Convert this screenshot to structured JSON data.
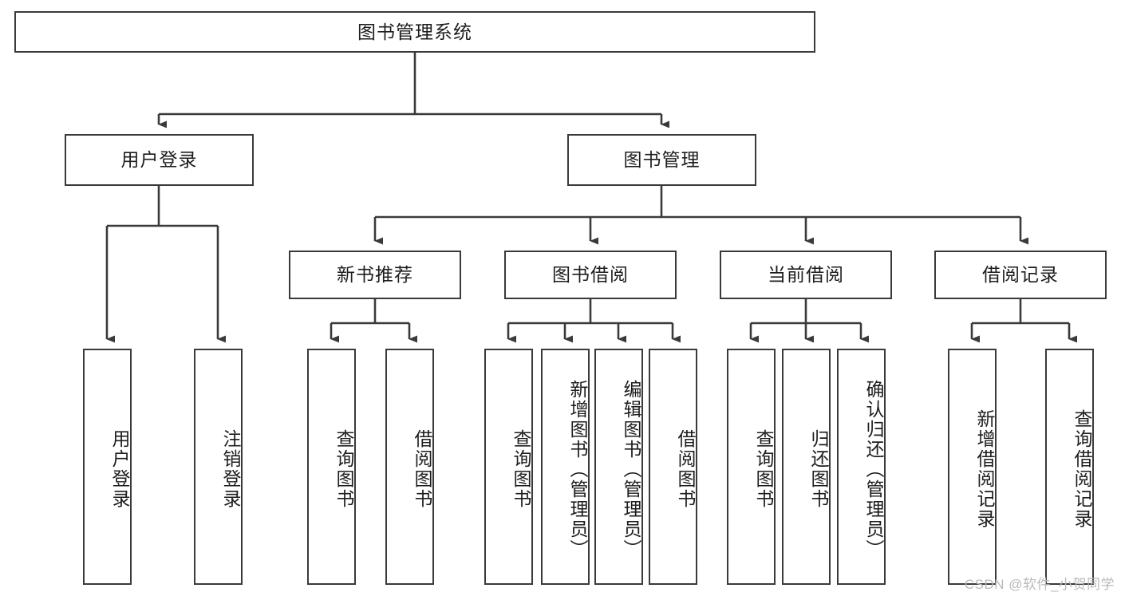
{
  "diagram": {
    "title": "图书管理系统",
    "watermark": "CSDN @软件_小贺同学",
    "line_color": "#3a3a3a",
    "box_fill": "#ffffff",
    "text_color": "#1d1d1d",
    "nodes": {
      "root": "图书管理系统",
      "l1_user_login": "用户登录",
      "l1_book_manage": "图书管理",
      "l2_new_book_rec": "新书推荐",
      "l2_book_borrow": "图书借阅",
      "l2_current_borrow": "当前借阅",
      "l2_borrow_record": "借阅记录",
      "leaf_user_login": "用户登录",
      "leaf_logout_login": "注销登录",
      "leaf_query_book_1": "查询图书",
      "leaf_borrow_book_1": "借阅图书",
      "leaf_query_book_2": "查询图书",
      "leaf_add_book_admin": "新增图书（管理员）",
      "leaf_edit_book_admin": "编辑图书（管理员）",
      "leaf_borrow_book_2": "借阅图书",
      "leaf_query_book_3": "查询图书",
      "leaf_return_book": "归还图书",
      "leaf_confirm_return_admin": "确认归还（管理员）",
      "leaf_add_borrow_record": "新增借阅记录",
      "leaf_query_borrow_record": "查询借阅记录"
    }
  }
}
